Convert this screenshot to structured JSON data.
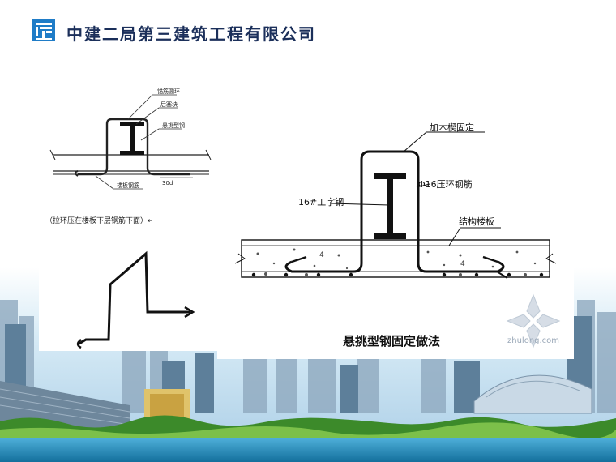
{
  "header": {
    "company_name": "中建二局第三建筑工程有限公司"
  },
  "left_figure": {
    "labels": {
      "anchor": "锚筋圆环",
      "cushion": "后塞块",
      "beam": "悬挑型钢",
      "rebar": "楼板钢筋",
      "dim": "30d"
    },
    "note": "（拉环压在楼板下层钢筋下面）↵"
  },
  "main_figure": {
    "labels": {
      "wedge": "加木楔固定",
      "ring": "Φ16压环钢筋",
      "ibeam": "16#工字钢",
      "slab": "结构楼板",
      "four_a": "4",
      "four_b": "4"
    },
    "caption": "悬挑型钢固定做法"
  },
  "watermark": {
    "text": "zhulong.com"
  },
  "colors": {
    "brand_blue": "#1f7cc7",
    "header_text": "#1b2f5a",
    "sky": "#cfe6f5",
    "grass": "#3c8a2a",
    "water": "#1d86b8"
  }
}
